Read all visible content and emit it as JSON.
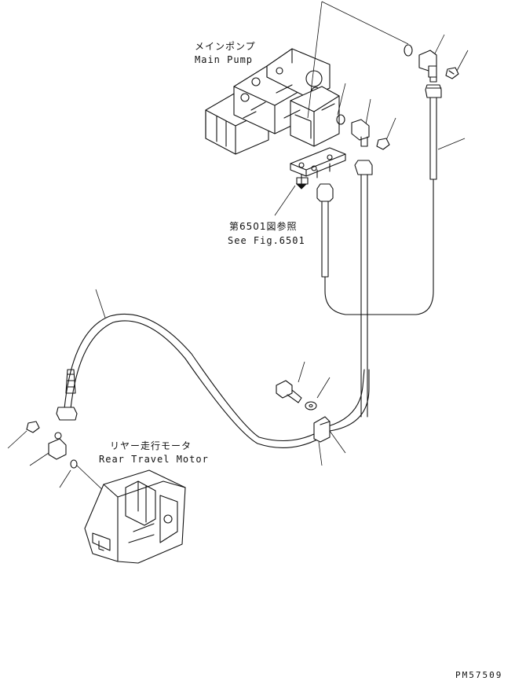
{
  "labels": {
    "main_pump_jp": "メインポンプ",
    "main_pump_en": "Main Pump",
    "see_fig_jp": "第6501図参照",
    "see_fig_en": "See Fig.6501",
    "rear_motor_jp": "リヤー走行モータ",
    "rear_motor_en": "Rear Travel Motor",
    "drawing_code": "PM57509"
  }
}
